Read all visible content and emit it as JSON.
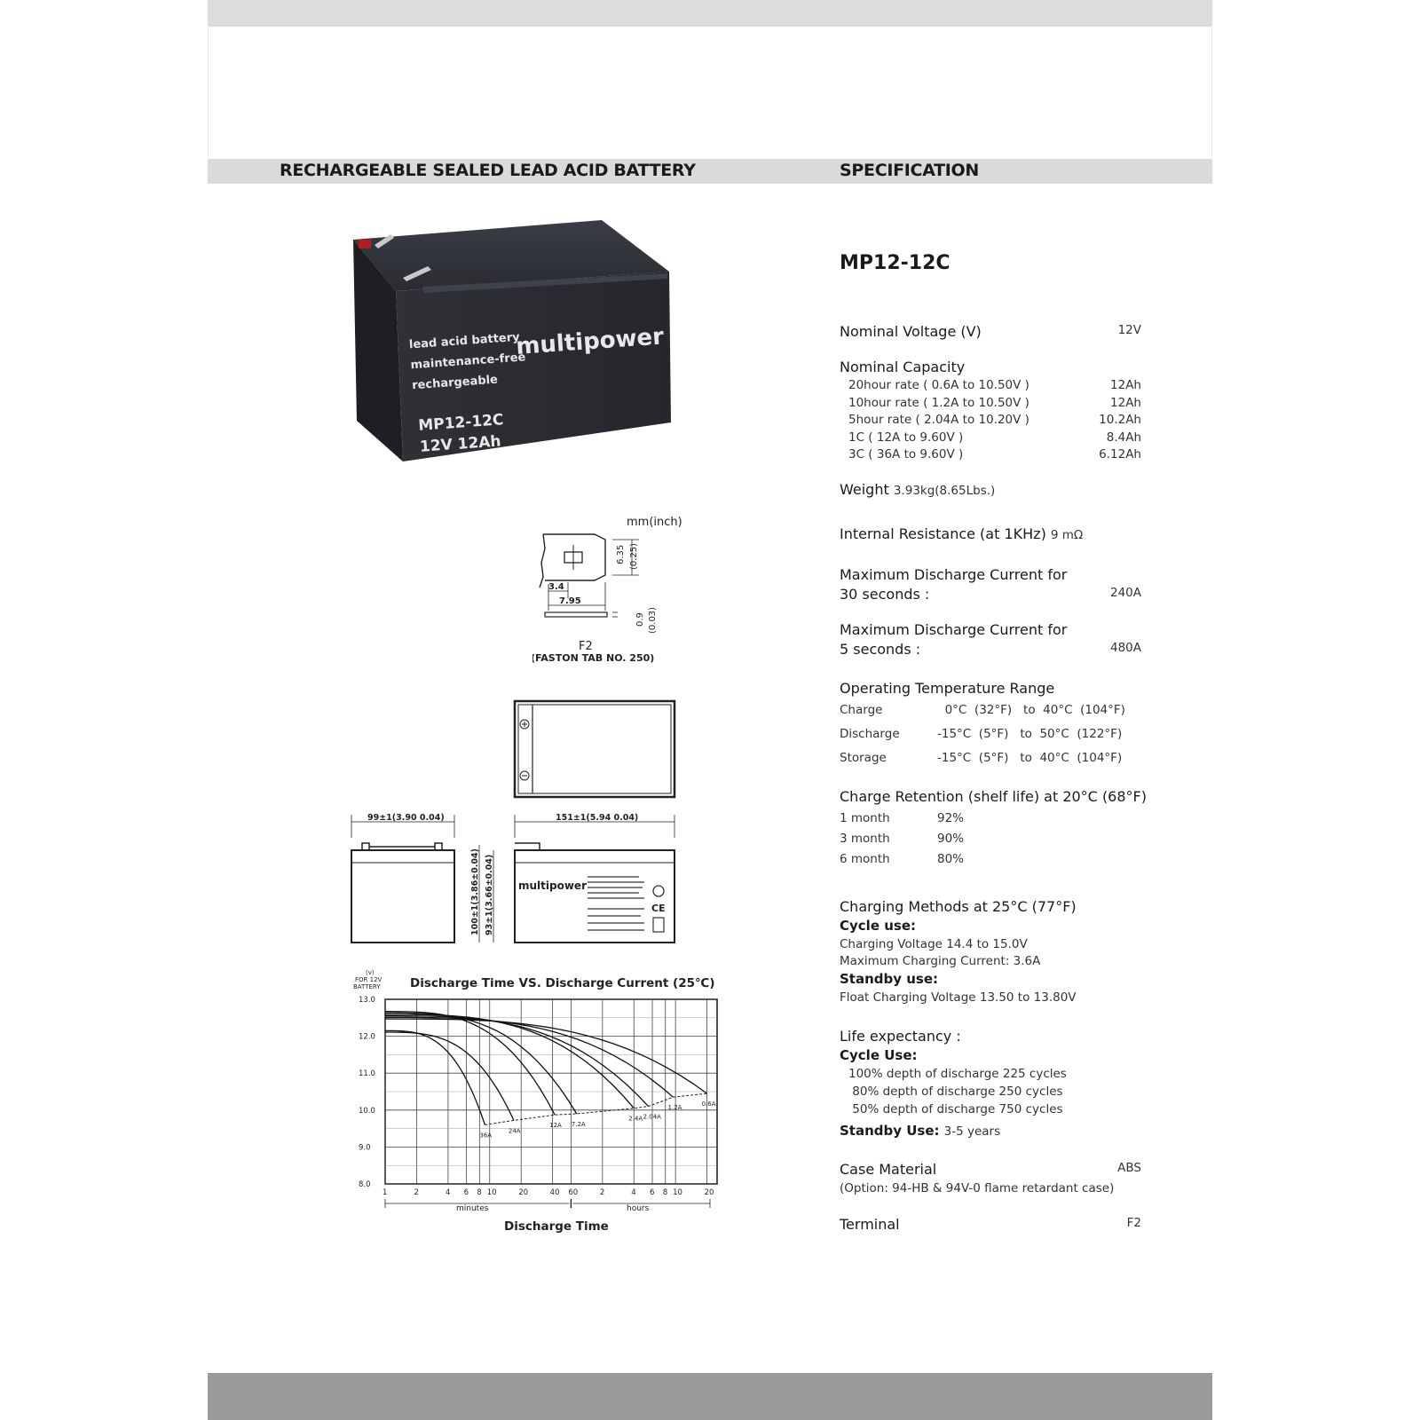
{
  "header": {
    "left_title": "RECHARGEABLE SEALED LEAD ACID BATTERY",
    "right_title": "SPECIFICATION"
  },
  "model": "MP12-12C",
  "battery_label": {
    "line1": "lead acid battery",
    "line2": "maintenance-free",
    "line3": "rechargeable",
    "brand": "multipower",
    "model": "MP12-12C",
    "rating": "12V  12Ah"
  },
  "specs": {
    "nominal_voltage_label": "Nominal Voltage (V)",
    "nominal_voltage_value": "12V",
    "nominal_capacity_label": "Nominal Capacity",
    "capacity_rows": [
      {
        "label": "20hour rate ( 0.6A to 10.50V )",
        "value": "12Ah"
      },
      {
        "label": "10hour rate ( 1.2A to 10.50V )",
        "value": "12Ah"
      },
      {
        "label": " 5hour rate ( 2.04A to 10.20V )",
        "value": "10.2Ah"
      },
      {
        "label": " 1C       ( 12A  to 9.60V )",
        "value": "8.4Ah"
      },
      {
        "label": " 3C       ( 36A  to 9.60V )",
        "value": "6.12Ah"
      }
    ],
    "weight_label": "Weight",
    "weight_value": "3.93kg(8.65Lbs.)",
    "internal_resistance_label": "Internal Resistance (at 1KHz)",
    "internal_resistance_value": "9 mΩ",
    "max_discharge_30_label1": "Maximum Discharge Current for",
    "max_discharge_30_label2": "30 seconds :",
    "max_discharge_30_value": "240A",
    "max_discharge_5_label1": "Maximum Discharge Current for",
    "max_discharge_5_label2": "5 seconds :",
    "max_discharge_5_value": "480A",
    "temp_label": "Operating Temperature Range",
    "temp_rows": [
      {
        "name": "Charge",
        "range": "  0°C  (32°F)   to  40°C  (104°F)"
      },
      {
        "name": "Discharge",
        "range": "-15°C  (5°F)   to  50°C  (122°F)"
      },
      {
        "name": "Storage",
        "range": "-15°C  (5°F)   to  40°C  (104°F)"
      }
    ],
    "retention_label": "Charge Retention (shelf life) at 20°C  (68°F)",
    "retention_rows": [
      {
        "period": "1 month",
        "pct": "92%"
      },
      {
        "period": "3 month",
        "pct": "90%"
      },
      {
        "period": "6 month",
        "pct": "80%"
      }
    ],
    "charging_label": "Charging Methods at 25°C (77°F)",
    "cycle_use_label": "Cycle use:",
    "cycle_voltage": "Charging Voltage 14.4 to 15.0V",
    "cycle_current": "Maximum Charging Current: 3.6A",
    "standby_use_label": "Standby use:",
    "float_voltage": "Float Charging Voltage 13.50 to 13.80V",
    "life_label": "Life expectancy :",
    "life_cycle_label": "Cycle Use:",
    "life_rows": [
      "100% depth of discharge 225 cycles",
      " 80% depth of discharge 250 cycles",
      " 50% depth of discharge 750 cycles"
    ],
    "life_standby_label": "Standby Use:",
    "life_standby_value": "3-5 years",
    "case_label": "Case Material",
    "case_value": "ABS",
    "case_option": "(Option: 94-HB & 94V-0 flame retardant case)",
    "terminal_label": "Terminal",
    "terminal_value": "F2"
  },
  "terminal_drawing": {
    "unit": "mm(inch)",
    "dim1": "6.35",
    "dim1_in": "(0.25)",
    "dim2": "3.4",
    "dim3": "7.95",
    "dim4": "0.9",
    "dim4_in": "(0.03)",
    "name": "F2",
    "subtitle": "(FASTON TAB NO. 250)"
  },
  "dimension_drawing": {
    "width": "99±1(3.90  0.04)",
    "length": "151±1(5.94  0.04)",
    "height_total": "100±1(3.86±0.04)",
    "height_case": "93±1(3.66±0.04)",
    "brand": "multipower"
  },
  "chart_data": {
    "type": "line",
    "title": "Discharge Time VS. Discharge Current (25℃)",
    "ylabel_unit": "(v)",
    "ylabel_line1": "FOR 12V",
    "ylabel_line2": "BATTERY",
    "xlabel": "Discharge Time",
    "minutes_label": "minutes",
    "hours_label": "hours",
    "ylim": [
      8.0,
      13.0
    ],
    "yticks": [
      "13.0",
      "12.0",
      "11.0",
      "10.0",
      "9.0",
      "8.0"
    ],
    "xticks": [
      "1",
      "2",
      "4",
      "6",
      "8",
      "10",
      "20",
      "40",
      "60",
      "2",
      "4",
      "6",
      "8",
      "10",
      "20"
    ],
    "series": [
      {
        "name": "36A",
        "end_minutes": 9,
        "end_v": 9.6
      },
      {
        "name": "24A",
        "end_minutes": 17,
        "end_v": 9.72
      },
      {
        "name": "12A",
        "end_minutes": 42,
        "end_v": 9.87
      },
      {
        "name": "7.2A",
        "end_minutes": 68,
        "end_v": 9.9
      },
      {
        "name": "2.4A",
        "end_minutes": 240,
        "end_v": 10.05
      },
      {
        "name": "2.04A",
        "end_minutes": 330,
        "end_v": 10.1
      },
      {
        "name": "1.2A",
        "end_minutes": 570,
        "end_v": 10.35
      },
      {
        "name": "0.6A",
        "end_minutes": 1200,
        "end_v": 10.45
      }
    ]
  }
}
